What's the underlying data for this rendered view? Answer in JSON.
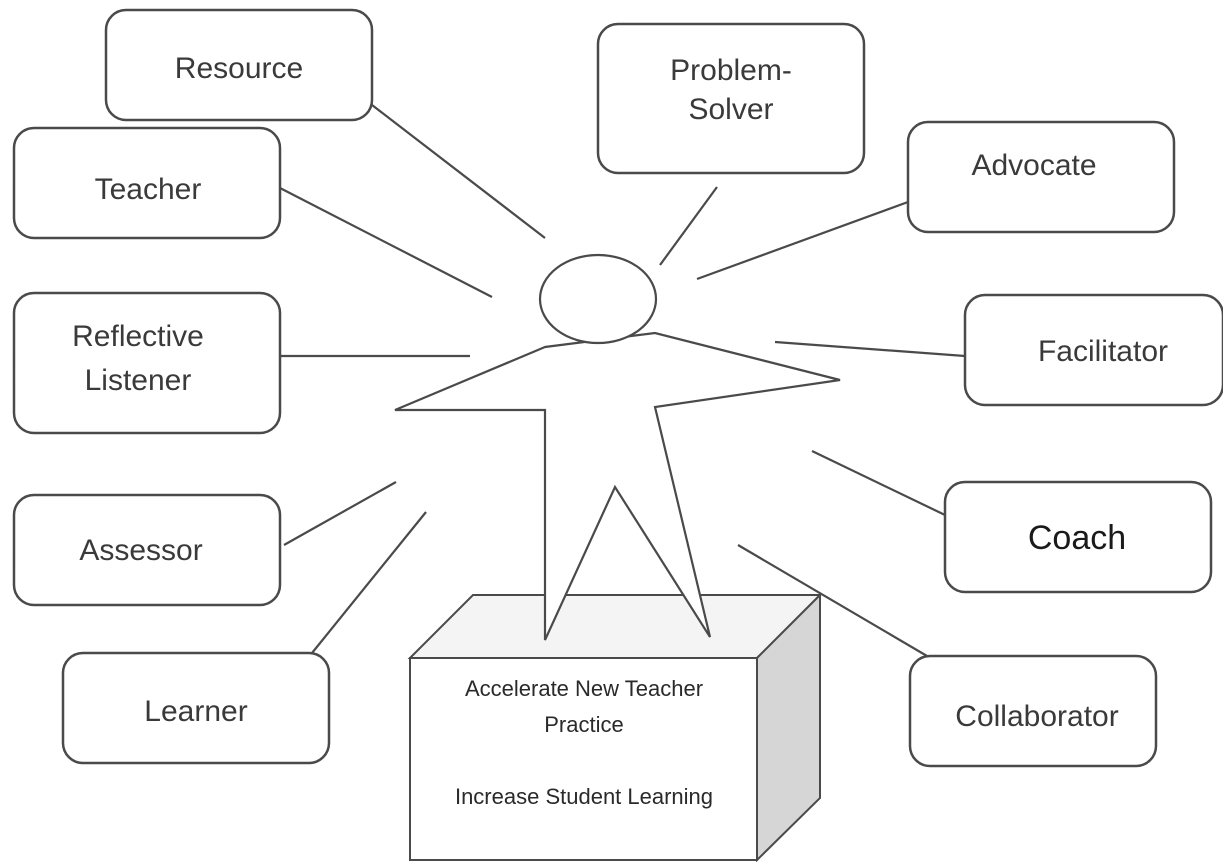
{
  "roles": {
    "resource": "Resource",
    "problem_solver_line1": "Problem-",
    "problem_solver_line2": "Solver",
    "advocate": "Advocate",
    "teacher": "Teacher",
    "reflective_listener_line1": "Reflective",
    "reflective_listener_line2": "Listener",
    "facilitator": "Facilitator",
    "assessor": "Assessor",
    "coach": "Coach",
    "learner": "Learner",
    "collaborator": "Collaborator"
  },
  "pedestal": {
    "line1": "Accelerate New Teacher",
    "line2": "Practice",
    "line3": "Increase Student Learning"
  },
  "colors": {
    "stroke": "#4a4a4a",
    "box_side": "#d6d6d6",
    "box_top": "#f4f4f4",
    "text": "#3a3a3a"
  }
}
